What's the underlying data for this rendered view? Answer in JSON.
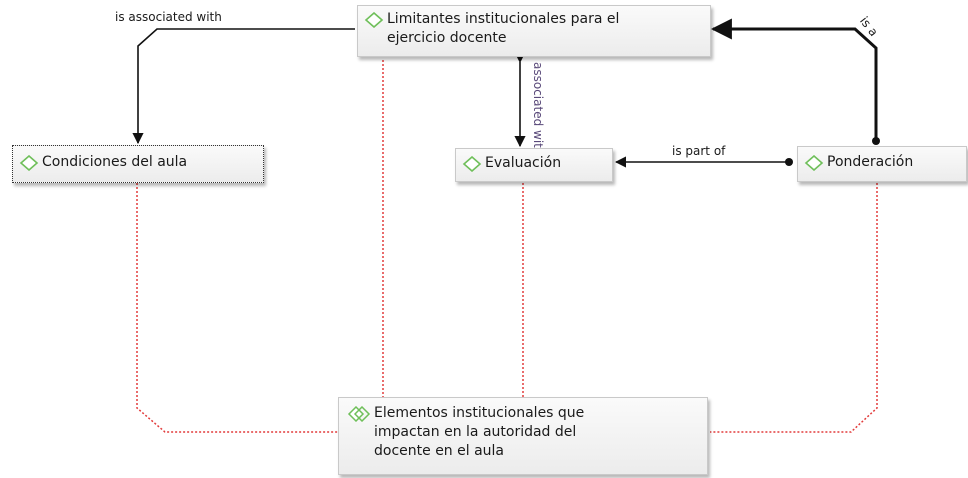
{
  "nodes": {
    "limitantes": {
      "label": "Limitantes institucionales para el\nejercicio docente",
      "icon": "diamond-code-icon"
    },
    "condiciones": {
      "label": "Condiciones del aula",
      "icon": "diamond-code-icon"
    },
    "evaluacion": {
      "label": "Evaluación",
      "icon": "diamond-code-icon"
    },
    "ponderacion": {
      "label": "Ponderación",
      "icon": "diamond-code-icon"
    },
    "elementos": {
      "label": "Elementos institucionales que\nimpactan en la autoridad del\ndocente en el aula",
      "icon": "double-diamond-group-icon"
    }
  },
  "edges": {
    "limitantes_condiciones": "is associated with",
    "limitantes_evaluacion": "associated with",
    "ponderacion_evaluacion": "is part of",
    "ponderacion_limitantes": "is a"
  },
  "colors": {
    "relation_line": "#111111",
    "group_link": "#e23b3b",
    "code_diamond": "#6fbf5a",
    "node_fill": "#f2f2f2"
  }
}
